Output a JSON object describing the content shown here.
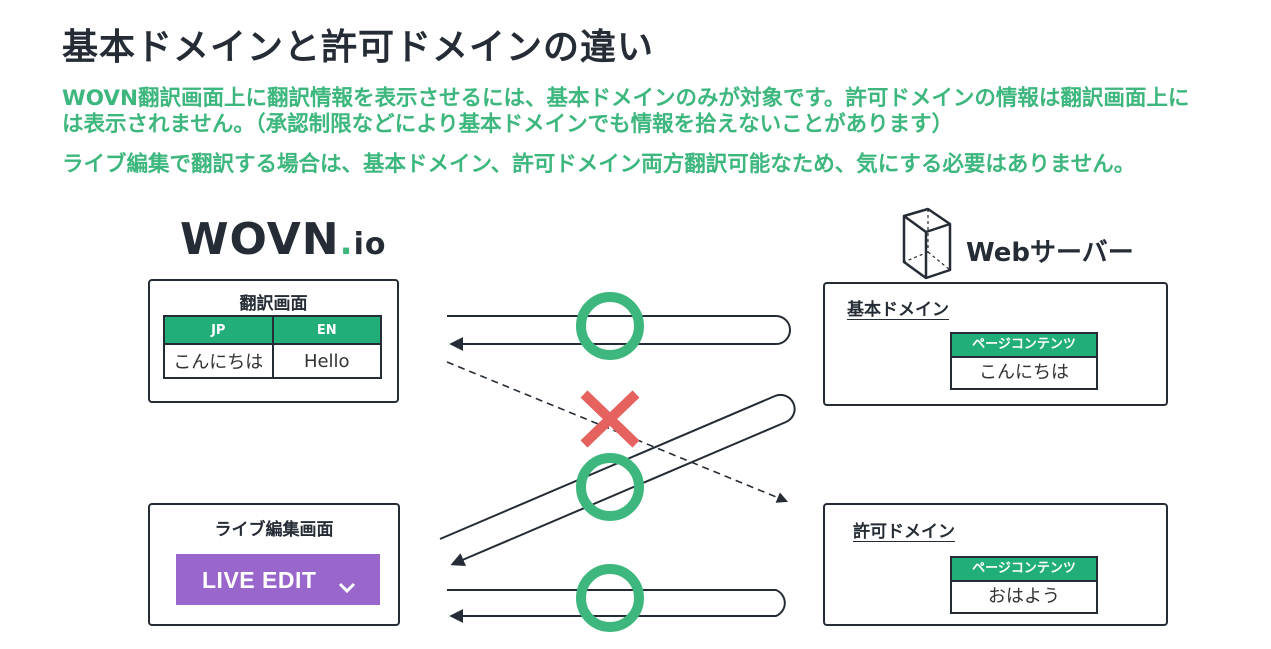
{
  "title": "基本ドメインと許可ドメインの違い",
  "paragraphs": [
    "WOVN翻訳画面上に翻訳情報を表示させるには、基本ドメインのみが対象です。許可ドメインの情報は翻訳画面上には表示されません。（承認制限などにより基本ドメインでも情報を拾えないことがあります）",
    "ライブ編集で翻訳する場合は、基本ドメイン、許可ドメイン両方翻訳可能なため、気にする必要はありません。"
  ],
  "logo": {
    "main": "WOVN",
    "dot": ".",
    "suffix": "io"
  },
  "server": {
    "label": "Webサーバー",
    "icon": "server-box-icon"
  },
  "translation_screen": {
    "title": "翻訳画面",
    "columns": [
      "JP",
      "EN"
    ],
    "row": [
      "こんにちは",
      "Hello"
    ]
  },
  "live_edit_screen": {
    "title": "ライブ編集画面",
    "button_label": "LIVE EDIT",
    "chevron_icon": "chevron-down-icon"
  },
  "base_domain": {
    "title": "基本ドメイン",
    "header": "ページコンテンツ",
    "content": "こんにちは"
  },
  "allowed_domain": {
    "title": "許可ドメイン",
    "header": "ページコンテンツ",
    "content": "おはよう"
  },
  "colors": {
    "ok": "#3db77d",
    "ng": "#e5625f",
    "table_header": "#22ae79",
    "live_edit": "#9966cc",
    "ink": "#252c35"
  }
}
